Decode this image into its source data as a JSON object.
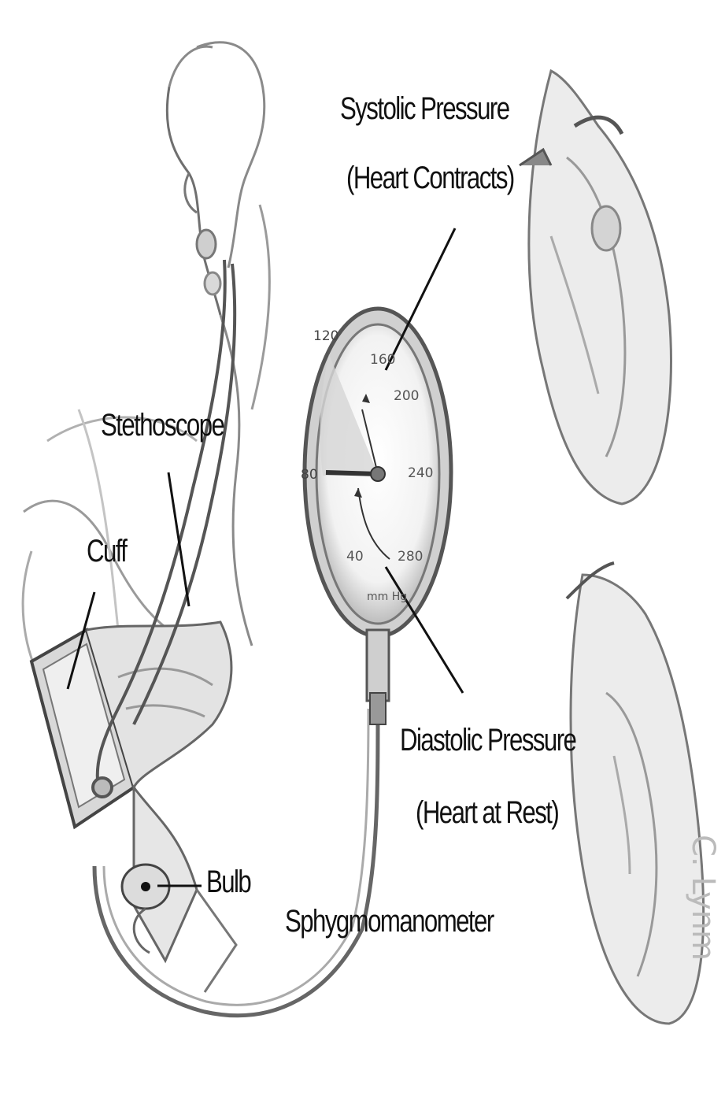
{
  "labels": {
    "systolic": "Systolic Pressure",
    "systolic_note": "(Heart Contracts)",
    "stethoscope": "Stethoscope",
    "cuff": "Cuff",
    "bulb": "Bulb",
    "diastolic": "Diastolic Pressure",
    "diastolic_note": "(Heart at Rest)",
    "device": "Sphygmomanometer"
  },
  "gauge": {
    "ticks": [
      "120",
      "160",
      "200",
      "80",
      "240",
      "40",
      "280"
    ],
    "unit": "mm Hg"
  },
  "watermark": "C. Lynm"
}
